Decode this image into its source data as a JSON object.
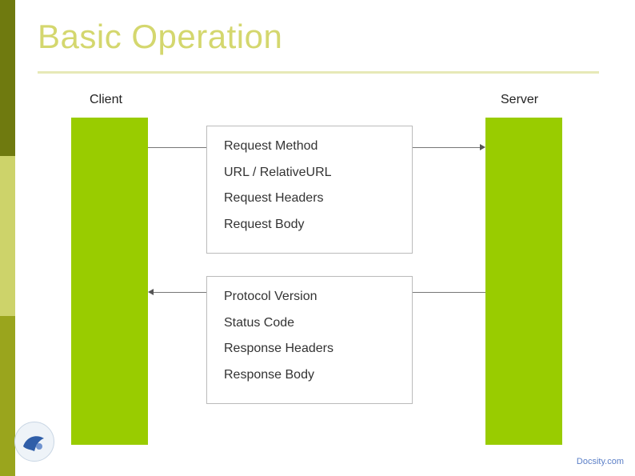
{
  "slide": {
    "title": "Basic Operation"
  },
  "diagram": {
    "client_label": "Client",
    "server_label": "Server",
    "request_lines": [
      "Request Method",
      "URL / RelativeURL",
      "Request Headers",
      "Request Body"
    ],
    "response_lines": [
      "Protocol Version",
      "Status Code",
      "Response Headers",
      "Response Body"
    ]
  },
  "footer": {
    "watermark": "Docsity.com"
  },
  "colors": {
    "accent": "#99cc00",
    "title": "#d4d76e"
  }
}
